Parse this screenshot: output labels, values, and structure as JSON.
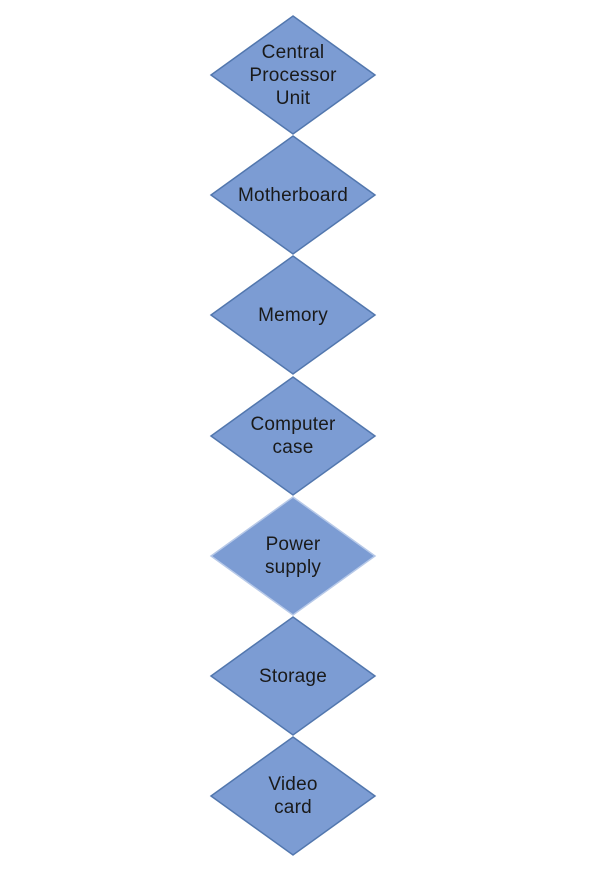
{
  "page": {
    "background": "#ffffff"
  },
  "diagram": {
    "type": "vertical-diamond-chain",
    "shape": "diamond",
    "colors": {
      "node_fill": "#7C9CD3",
      "node_border": "#5277AE",
      "highlight_border": "#B7C9E8",
      "text": "#1A1A1A"
    },
    "nodes": [
      {
        "id": "central-processor-unit",
        "label": "Central\nProcessor\nUnit",
        "border": "default"
      },
      {
        "id": "motherboard",
        "label": "Motherboard",
        "border": "default"
      },
      {
        "id": "memory",
        "label": "Memory",
        "border": "default"
      },
      {
        "id": "computer-case",
        "label": "Computer\ncase",
        "border": "default"
      },
      {
        "id": "power-supply",
        "label": "Power\nsupply",
        "border": "light"
      },
      {
        "id": "storage",
        "label": "Storage",
        "border": "default"
      },
      {
        "id": "video-card",
        "label": "Video\ncard",
        "border": "default"
      }
    ]
  }
}
